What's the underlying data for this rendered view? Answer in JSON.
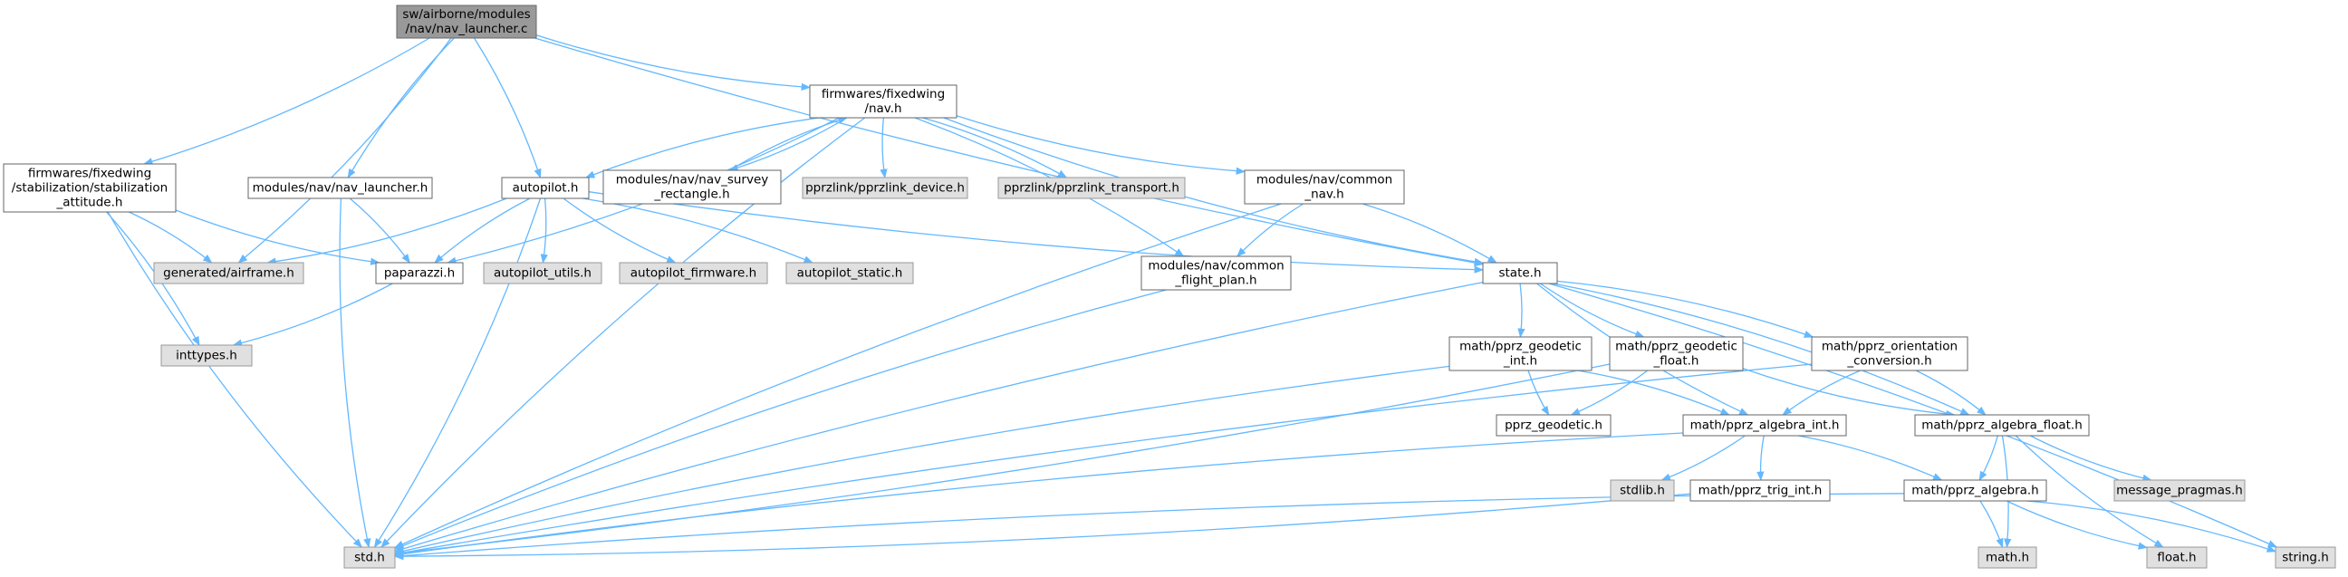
{
  "colors": {
    "edge": "#63b8ff",
    "root_fill": "#999999",
    "root_stroke": "#666666",
    "normal_fill": "#ffffff",
    "normal_stroke": "#666666",
    "external_fill": "#e0e0e0",
    "external_stroke": "#999999"
  },
  "graph": {
    "nodes": [
      {
        "id": "root",
        "kind": "root",
        "lines": [
          "sw/airborne/modules",
          "/nav/nav_launcher.c"
        ]
      },
      {
        "id": "fw_stab",
        "kind": "normal",
        "lines": [
          "firmwares/fixedwing",
          "/stabilization/stabilization",
          "_attitude.h"
        ]
      },
      {
        "id": "nav_launcher_h",
        "kind": "normal",
        "lines": [
          "modules/nav/nav_launcher.h"
        ]
      },
      {
        "id": "autopilot_h",
        "kind": "normal",
        "lines": [
          "autopilot.h"
        ]
      },
      {
        "id": "fw_nav",
        "kind": "normal",
        "lines": [
          "firmwares/fixedwing",
          "/nav.h"
        ]
      },
      {
        "id": "survey",
        "kind": "normal",
        "lines": [
          "modules/nav/nav_survey",
          "_rectangle.h"
        ]
      },
      {
        "id": "pprz_device",
        "kind": "external",
        "lines": [
          "pprzlink/pprzlink_device.h"
        ]
      },
      {
        "id": "pprz_transport",
        "kind": "external",
        "lines": [
          "pprzlink/pprzlink_transport.h"
        ]
      },
      {
        "id": "common_nav",
        "kind": "normal",
        "lines": [
          "modules/nav/common",
          "_nav.h"
        ]
      },
      {
        "id": "airframe",
        "kind": "external",
        "lines": [
          "generated/airframe.h"
        ]
      },
      {
        "id": "paparazzi",
        "kind": "normal",
        "lines": [
          "paparazzi.h"
        ]
      },
      {
        "id": "ap_utils",
        "kind": "external",
        "lines": [
          "autopilot_utils.h"
        ]
      },
      {
        "id": "ap_firmware",
        "kind": "external",
        "lines": [
          "autopilot_firmware.h"
        ]
      },
      {
        "id": "ap_static",
        "kind": "external",
        "lines": [
          "autopilot_static.h"
        ]
      },
      {
        "id": "flight_plan",
        "kind": "normal",
        "lines": [
          "modules/nav/common",
          "_flight_plan.h"
        ]
      },
      {
        "id": "state",
        "kind": "normal",
        "lines": [
          "state.h"
        ]
      },
      {
        "id": "inttypes",
        "kind": "external",
        "lines": [
          "inttypes.h"
        ]
      },
      {
        "id": "geo_int",
        "kind": "normal",
        "lines": [
          "math/pprz_geodetic",
          "_int.h"
        ]
      },
      {
        "id": "geo_float",
        "kind": "normal",
        "lines": [
          "math/pprz_geodetic",
          "_float.h"
        ]
      },
      {
        "id": "orient",
        "kind": "normal",
        "lines": [
          "math/pprz_orientation",
          "_conversion.h"
        ]
      },
      {
        "id": "pprz_geo",
        "kind": "normal",
        "lines": [
          "pprz_geodetic.h"
        ]
      },
      {
        "id": "alg_int",
        "kind": "normal",
        "lines": [
          "math/pprz_algebra_int.h"
        ]
      },
      {
        "id": "alg_float",
        "kind": "normal",
        "lines": [
          "math/pprz_algebra_float.h"
        ]
      },
      {
        "id": "stdlib",
        "kind": "external",
        "lines": [
          "stdlib.h"
        ]
      },
      {
        "id": "trig",
        "kind": "normal",
        "lines": [
          "math/pprz_trig_int.h"
        ]
      },
      {
        "id": "algebra",
        "kind": "normal",
        "lines": [
          "math/pprz_algebra.h"
        ]
      },
      {
        "id": "msg_pragmas",
        "kind": "external",
        "lines": [
          "message_pragmas.h"
        ]
      },
      {
        "id": "std",
        "kind": "external",
        "lines": [
          "std.h"
        ]
      },
      {
        "id": "math",
        "kind": "external",
        "lines": [
          "math.h"
        ]
      },
      {
        "id": "float_h",
        "kind": "external",
        "lines": [
          "float.h"
        ]
      },
      {
        "id": "string_h",
        "kind": "external",
        "lines": [
          "string.h"
        ]
      }
    ],
    "edges": [
      [
        "root",
        "fw_stab"
      ],
      [
        "root",
        "nav_launcher_h"
      ],
      [
        "root",
        "autopilot_h"
      ],
      [
        "root",
        "fw_nav"
      ],
      [
        "root",
        "airframe"
      ],
      [
        "root",
        "state"
      ],
      [
        "fw_stab",
        "airframe"
      ],
      [
        "fw_stab",
        "paparazzi"
      ],
      [
        "fw_stab",
        "inttypes"
      ],
      [
        "fw_stab",
        "std"
      ],
      [
        "nav_launcher_h",
        "paparazzi"
      ],
      [
        "nav_launcher_h",
        "std"
      ],
      [
        "autopilot_h",
        "airframe"
      ],
      [
        "autopilot_h",
        "paparazzi"
      ],
      [
        "autopilot_h",
        "ap_utils"
      ],
      [
        "autopilot_h",
        "ap_firmware"
      ],
      [
        "autopilot_h",
        "ap_static"
      ],
      [
        "autopilot_h",
        "state"
      ],
      [
        "autopilot_h",
        "std"
      ],
      [
        "fw_nav",
        "autopilot_h"
      ],
      [
        "fw_nav",
        "survey"
      ],
      [
        "fw_nav",
        "pprz_device"
      ],
      [
        "fw_nav",
        "pprz_transport"
      ],
      [
        "fw_nav",
        "common_nav"
      ],
      [
        "fw_nav",
        "flight_plan"
      ],
      [
        "fw_nav",
        "state"
      ],
      [
        "fw_nav",
        "paparazzi"
      ],
      [
        "fw_nav",
        "std"
      ],
      [
        "survey",
        "fw_nav"
      ],
      [
        "common_nav",
        "flight_plan"
      ],
      [
        "common_nav",
        "state"
      ],
      [
        "common_nav",
        "std"
      ],
      [
        "paparazzi",
        "inttypes"
      ],
      [
        "flight_plan",
        "std"
      ],
      [
        "state",
        "geo_int"
      ],
      [
        "state",
        "geo_float"
      ],
      [
        "state",
        "orient"
      ],
      [
        "state",
        "alg_int"
      ],
      [
        "state",
        "alg_float"
      ],
      [
        "state",
        "std"
      ],
      [
        "state",
        "string_h"
      ],
      [
        "geo_int",
        "pprz_geo"
      ],
      [
        "geo_int",
        "alg_int"
      ],
      [
        "geo_int",
        "std"
      ],
      [
        "geo_float",
        "pprz_geo"
      ],
      [
        "geo_float",
        "alg_float"
      ],
      [
        "geo_float",
        "std"
      ],
      [
        "orient",
        "alg_int"
      ],
      [
        "orient",
        "alg_float"
      ],
      [
        "orient",
        "std"
      ],
      [
        "alg_int",
        "stdlib"
      ],
      [
        "alg_int",
        "trig"
      ],
      [
        "alg_int",
        "algebra"
      ],
      [
        "alg_int",
        "std"
      ],
      [
        "alg_float",
        "algebra"
      ],
      [
        "alg_float",
        "msg_pragmas"
      ],
      [
        "alg_float",
        "math"
      ],
      [
        "alg_float",
        "float_h"
      ],
      [
        "trig",
        "std"
      ],
      [
        "algebra",
        "std"
      ],
      [
        "algebra",
        "math"
      ],
      [
        "algebra",
        "float_h"
      ],
      [
        "algebra",
        "string_h"
      ]
    ]
  }
}
